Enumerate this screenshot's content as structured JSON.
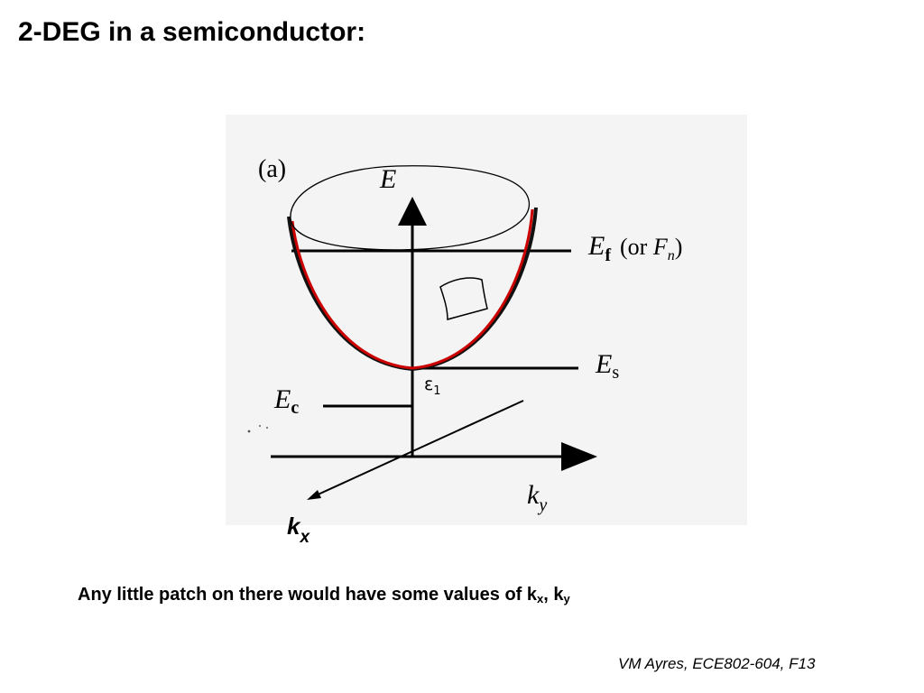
{
  "slide": {
    "title": "2-DEG in a semiconductor:",
    "caption_text": "Any little patch on there would have some values of k",
    "caption_sub_x": "x",
    "caption_sep": ", k",
    "caption_sub_y": "y",
    "footer": "VM Ayres, ECE802-604, F13"
  },
  "figure": {
    "panel_label": "(a)",
    "energy_axis_label": "E",
    "fermi_label_main": "E",
    "fermi_label_sub": "f",
    "fermi_label_note_open": "(or ",
    "fermi_label_note_F": "F",
    "fermi_label_note_sub": "n",
    "fermi_label_note_close": ")",
    "subband_label_main": "E",
    "subband_label_sub": "s",
    "conduction_label_main": "E",
    "conduction_label_sub": "c",
    "epsilon_label": "ε",
    "epsilon_sub": "1",
    "ky_label_main": "k",
    "ky_label_sub": "y",
    "kx_label_main": "k",
    "kx_label_sub": "x"
  },
  "colors": {
    "parabola_highlight": "#cc0000",
    "scan_panel_background": "#f4f4f4",
    "ink": "#000000"
  }
}
